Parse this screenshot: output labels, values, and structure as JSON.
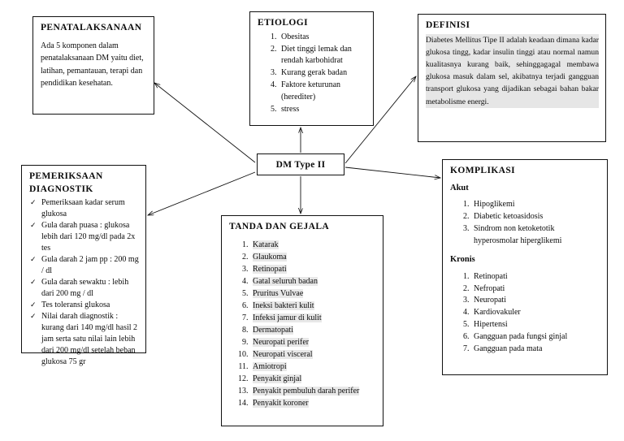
{
  "diagram": {
    "central_node": {
      "label": "DM Type II"
    },
    "penatalaksanaan": {
      "title": "PENATALAKSANAAN",
      "body": "Ada 5 komponen dalam penatalaksanaan DM yaitu diet, latihan, pemantauan, terapi dan pendidikan kesehatan."
    },
    "etiologi": {
      "title": "ETIOLOGI",
      "items": [
        "Obesitas",
        "Diet tinggi lemak dan rendah karbohidrat",
        "Kurang gerak badan",
        "Faktore keturunan (herediter)",
        "stress"
      ]
    },
    "definisi": {
      "title": "DEFINISI",
      "body": "Diabetes Mellitus Tipe II adalah keadaan dimana kadar glukosa tingg, kadar insulin tinggi atau normal namun kualitasnya kurang baik, sehinggagagal membawa glukosa masuk dalam sel, akibatnya terjadi gangguan transport glukosa yang dijadikan sebagai bahan bakar metabolisme energi."
    },
    "pemeriksaan": {
      "title_line1": "PEMERIKSAAN",
      "title_line2": "DIAGNOSTIK",
      "items": [
        "Pemeriksaan kadar serum glukosa",
        "Gula darah puasa       : glukosa lebih dari 120 mg/dl pada 2x tes",
        "Gula darah 2 jam pp  : 200 mg / dl",
        "Gula darah sewaktu    : lebih dari 200 mg / dl",
        "Tes toleransi glukosa",
        "Nilai darah diagnostik : kurang dari 140 mg/dl hasil 2 jam serta satu nilai lain lebih dari 200 mg/dl setelah beban glukosa 75 gr"
      ]
    },
    "tanda_gejala": {
      "title": "TANDA DAN GEJALA",
      "items": [
        "Katarak",
        "Glaukoma",
        "Retinopati",
        "Gatal seluruh badan",
        "Pruritus Vulvae",
        "Ineksi bakteri kulit",
        "Infeksi jamur di kulit",
        "Dermatopati",
        "Neuropati perifer",
        "Neuropati visceral",
        "Amiotropi",
        "Penyakit ginjal",
        "Penyakit pembuluh darah perifer",
        "Penyakit koroner"
      ]
    },
    "komplikasi": {
      "title": "KOMPLIKASI",
      "akut_label": "Akut",
      "akut_items": [
        "Hipoglikemi",
        "Diabetic ketoasidosis",
        "Sindrom non ketoketotik hyperosmolar hiperglikemi"
      ],
      "kronis_label": "Kronis",
      "kronis_items": [
        "Retinopati",
        "Nefropati",
        "Neuropati",
        "Kardiovakuler",
        "Hipertensi",
        "Gangguan pada fungsi ginjal",
        "Gangguan pada mata"
      ]
    },
    "colors": {
      "border": "#111111",
      "background": "#ffffff",
      "text": "#0b0b0b",
      "highlight": "#e6e6e6"
    }
  }
}
